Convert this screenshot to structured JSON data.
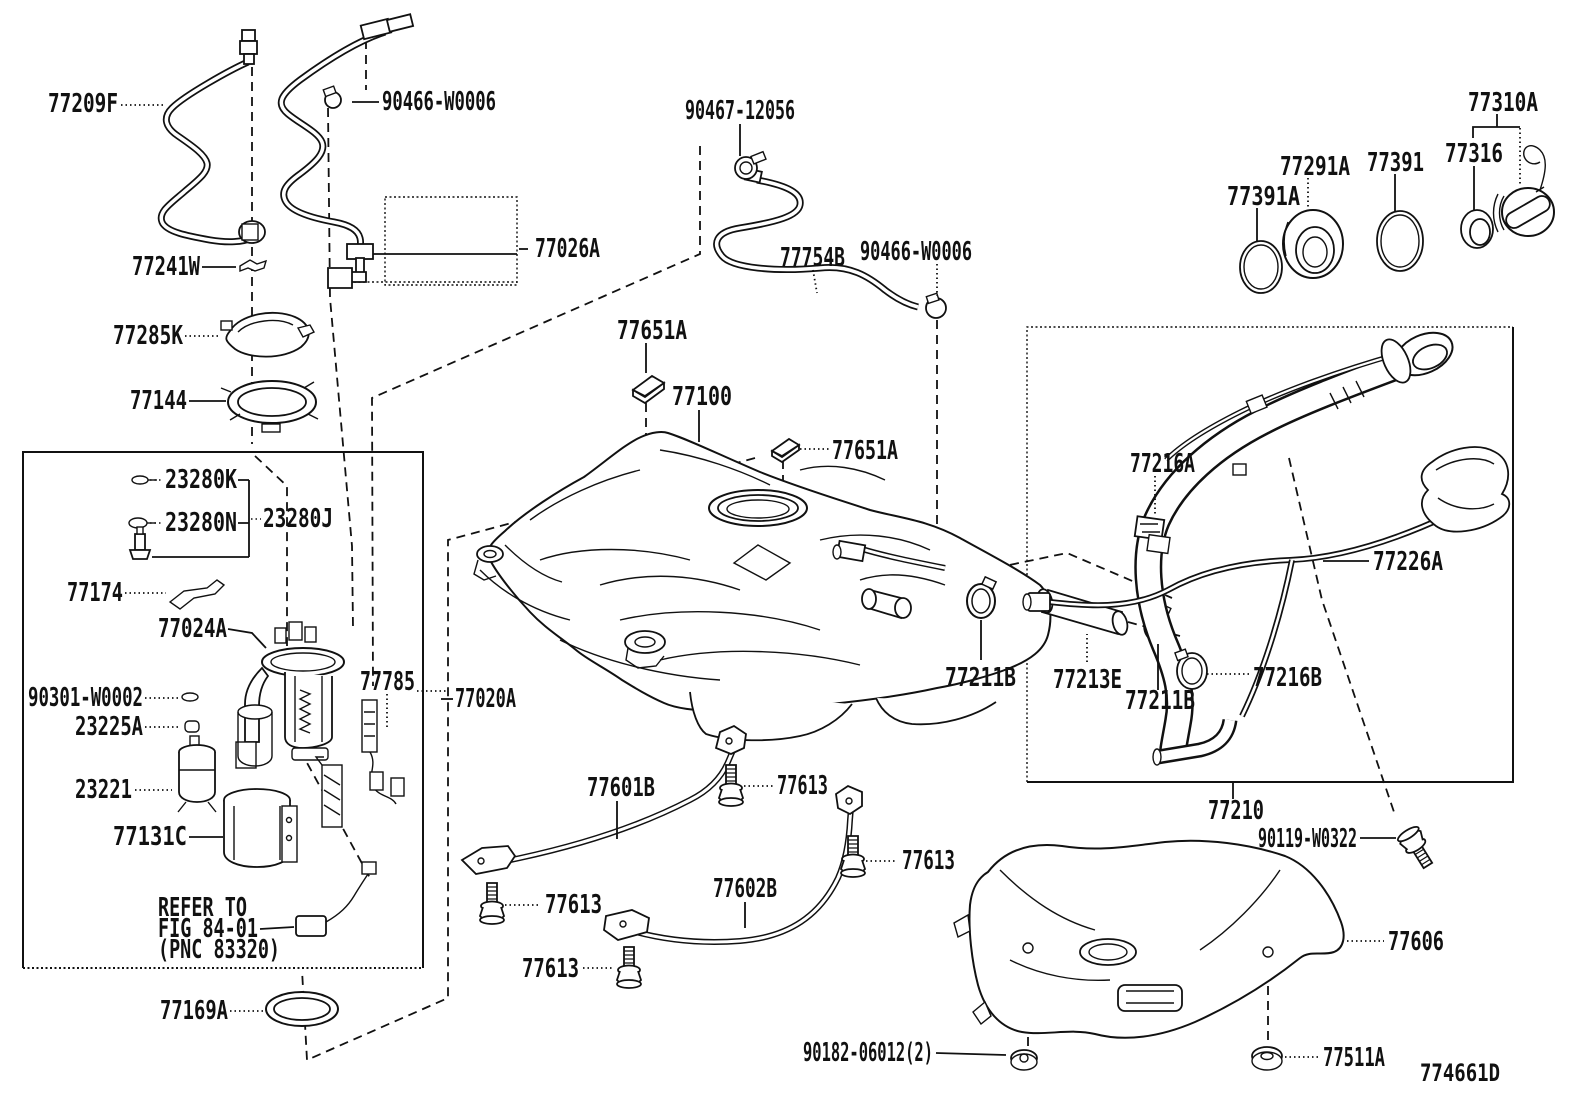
{
  "diagram_code": "774661D",
  "labels": [
    {
      "id": "tube-subassy",
      "text": "77209F"
    },
    {
      "id": "clamp-1",
      "text": "90466-W0006"
    },
    {
      "id": "clip-tube",
      "text": "77241W"
    },
    {
      "id": "protector",
      "text": "77285K"
    },
    {
      "id": "retainer-ring",
      "text": "77144"
    },
    {
      "id": "gasket-k",
      "text": "23280K"
    },
    {
      "id": "gasket-n",
      "text": "23280N"
    },
    {
      "id": "regulator",
      "text": "23280J"
    },
    {
      "id": "clip-pump",
      "text": "77174"
    },
    {
      "id": "pump-assy",
      "text": "77024A"
    },
    {
      "id": "ring-small",
      "text": "90301-W0002"
    },
    {
      "id": "grommet-sm",
      "text": "23225A"
    },
    {
      "id": "fuel-pump",
      "text": "23221"
    },
    {
      "id": "filter-case",
      "text": "77131C"
    },
    {
      "id": "note-1",
      "text": "REFER TO"
    },
    {
      "id": "note-2",
      "text": "FIG 84-01"
    },
    {
      "id": "note-3",
      "text": "(PNC 83320)"
    },
    {
      "id": "gasket-plate",
      "text": "77169A"
    },
    {
      "id": "sender-gauge",
      "text": "77785"
    },
    {
      "id": "tank-subassy",
      "text": "77020A"
    },
    {
      "id": "tube-set",
      "text": "77026A"
    },
    {
      "id": "clamp-hose",
      "text": "90467-12056"
    },
    {
      "id": "hose-breather",
      "text": "77754B"
    },
    {
      "id": "clamp-2",
      "text": "90466-W0006"
    },
    {
      "id": "cushion-1",
      "text": "77651A"
    },
    {
      "id": "fuel-tank",
      "text": "77100"
    },
    {
      "id": "cushion-2",
      "text": "77651A"
    },
    {
      "id": "clamp-a",
      "text": "77211B"
    },
    {
      "id": "hose-filler",
      "text": "77213E"
    },
    {
      "id": "clamp-b",
      "text": "77211B"
    },
    {
      "id": "bracket-pipe",
      "text": "77216A"
    },
    {
      "id": "pipe-breather",
      "text": "77226A"
    },
    {
      "id": "clamp-pipe",
      "text": "77216B"
    },
    {
      "id": "filler-pipe",
      "text": "77210"
    },
    {
      "id": "bolt-pipe",
      "text": "90119-W0322"
    },
    {
      "id": "band-rh",
      "text": "77601B"
    },
    {
      "id": "bolt-band-1",
      "text": "77613"
    },
    {
      "id": "bolt-band-2",
      "text": "77613"
    },
    {
      "id": "bolt-band-3",
      "text": "77613"
    },
    {
      "id": "bolt-band-4",
      "text": "77613"
    },
    {
      "id": "band-lh",
      "text": "77602B"
    },
    {
      "id": "nut-shield",
      "text": "90182-06012(2)"
    },
    {
      "id": "protector-shield",
      "text": "77606"
    },
    {
      "id": "clip-shield",
      "text": "77511A"
    },
    {
      "id": "cap-assy",
      "text": "77310A"
    },
    {
      "id": "gasket-cap",
      "text": "77316"
    },
    {
      "id": "ring-filler",
      "text": "77391"
    },
    {
      "id": "grommet-filler",
      "text": "77291A"
    },
    {
      "id": "ring-shield",
      "text": "77391A"
    },
    {
      "id": "figure-code",
      "text": "774661D"
    }
  ]
}
